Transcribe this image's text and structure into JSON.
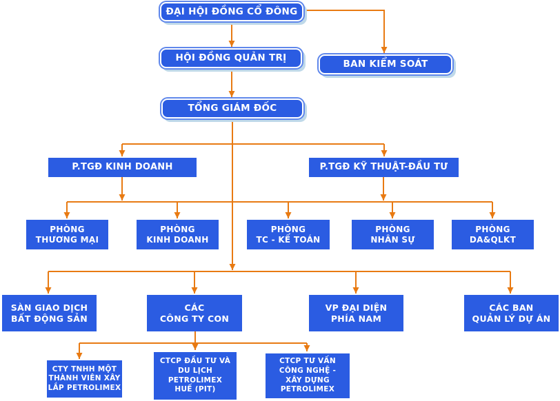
{
  "org_chart": {
    "type": "organizational-chart",
    "colors": {
      "node_fill": "#2B5CE2",
      "node_text": "#FFFFFF",
      "rounded_node_ring": "#5F87EB",
      "rounded_node_shadow": "#BFD9E9",
      "connector": "#E87A12",
      "background": "#FFFFFF"
    },
    "nodes": [
      {
        "id": "dai-hoi-dong-co-dong",
        "label": "ĐẠI HỘI ĐỒNG CỔ ĐÔNG",
        "shape": "rounded"
      },
      {
        "id": "hoi-dong-quan-tri",
        "label": "HỘI ĐỒNG QUẢN TRỊ",
        "shape": "rounded"
      },
      {
        "id": "ban-kiem-soat",
        "label": "BAN KIỂM SOÁT",
        "shape": "rounded"
      },
      {
        "id": "tong-giam-doc",
        "label": "TỔNG GIÁM ĐỐC",
        "shape": "rounded"
      },
      {
        "id": "ptgd-kinh-doanh",
        "label": "P.TGĐ KINH DOANH",
        "shape": "rect"
      },
      {
        "id": "ptgd-ky-thuat-dau-tu",
        "label": "P.TGĐ KỸ THUẬT-ĐẦU TƯ",
        "shape": "rect"
      },
      {
        "id": "phong-thuong-mai",
        "label": "PHÒNG\nTHƯƠNG MẠI",
        "shape": "rect"
      },
      {
        "id": "phong-kinh-doanh",
        "label": "PHÒNG\nKINH DOANH",
        "shape": "rect"
      },
      {
        "id": "phong-tc-ke-toan",
        "label": "PHÒNG\nTC - KẾ TOÁN",
        "shape": "rect"
      },
      {
        "id": "phong-nhan-su",
        "label": "PHÒNG\nNHÂN SỰ",
        "shape": "rect"
      },
      {
        "id": "phong-da-qlkt",
        "label": "PHÒNG\nDA&QLKT",
        "shape": "rect"
      },
      {
        "id": "san-giao-dich-bds",
        "label": "SÀN GIAO DỊCH\nBẤT ĐỘNG SẢN",
        "shape": "rect"
      },
      {
        "id": "cac-cong-ty-con",
        "label": "CÁC\nCÔNG TY CON",
        "shape": "rect"
      },
      {
        "id": "vp-dai-dien-phia-nam",
        "label": "VP ĐẠI DIỆN\nPHÍA NAM",
        "shape": "rect"
      },
      {
        "id": "cac-ban-quan-ly-du-an",
        "label": "CÁC BAN\nQUẢN LÝ DỰ ÁN",
        "shape": "rect"
      },
      {
        "id": "cty-tnhh-xay-lap",
        "label": "CTY TNHH MỘT\nTHÀNH VIÊN XÂY\nLẮP PETROLIMEX",
        "shape": "rect"
      },
      {
        "id": "ctcp-du-lich-hue",
        "label": "CTCP ĐẦU TƯ VÀ\nDU LỊCH\nPETROLIMEX\nHUẾ (PIT)",
        "shape": "rect"
      },
      {
        "id": "ctcp-tu-van-cong-nghe",
        "label": "CTCP TƯ VẤN\nCÔNG NGHỆ -\nXÂY DỰNG\nPETROLIMEX",
        "shape": "rect"
      }
    ],
    "edges": [
      {
        "from": "dai-hoi-dong-co-dong",
        "to": "hoi-dong-quan-tri"
      },
      {
        "from": "dai-hoi-dong-co-dong",
        "to": "ban-kiem-soat"
      },
      {
        "from": "hoi-dong-quan-tri",
        "to": "tong-giam-doc"
      },
      {
        "from": "tong-giam-doc",
        "to": "ptgd-kinh-doanh"
      },
      {
        "from": "tong-giam-doc",
        "to": "ptgd-ky-thuat-dau-tu"
      },
      {
        "from": "ptgd-kinh-doanh",
        "to": "phong-thuong-mai"
      },
      {
        "from": "ptgd-kinh-doanh",
        "to": "phong-kinh-doanh"
      },
      {
        "from": "ptgd-kinh-doanh",
        "to": "phong-tc-ke-toan"
      },
      {
        "from": "ptgd-kinh-doanh",
        "to": "phong-nhan-su"
      },
      {
        "from": "ptgd-kinh-doanh",
        "to": "phong-da-qlkt"
      },
      {
        "from": "ptgd-ky-thuat-dau-tu",
        "to": "phong-thuong-mai"
      },
      {
        "from": "ptgd-ky-thuat-dau-tu",
        "to": "phong-kinh-doanh"
      },
      {
        "from": "ptgd-ky-thuat-dau-tu",
        "to": "phong-tc-ke-toan"
      },
      {
        "from": "ptgd-ky-thuat-dau-tu",
        "to": "phong-nhan-su"
      },
      {
        "from": "ptgd-ky-thuat-dau-tu",
        "to": "phong-da-qlkt"
      },
      {
        "from": "tong-giam-doc",
        "to": "san-giao-dich-bds"
      },
      {
        "from": "tong-giam-doc",
        "to": "cac-cong-ty-con"
      },
      {
        "from": "tong-giam-doc",
        "to": "vp-dai-dien-phia-nam"
      },
      {
        "from": "tong-giam-doc",
        "to": "cac-ban-quan-ly-du-an"
      },
      {
        "from": "cac-cong-ty-con",
        "to": "cty-tnhh-xay-lap"
      },
      {
        "from": "cac-cong-ty-con",
        "to": "ctcp-du-lich-hue"
      },
      {
        "from": "cac-cong-ty-con",
        "to": "ctcp-tu-van-cong-nghe"
      }
    ]
  }
}
